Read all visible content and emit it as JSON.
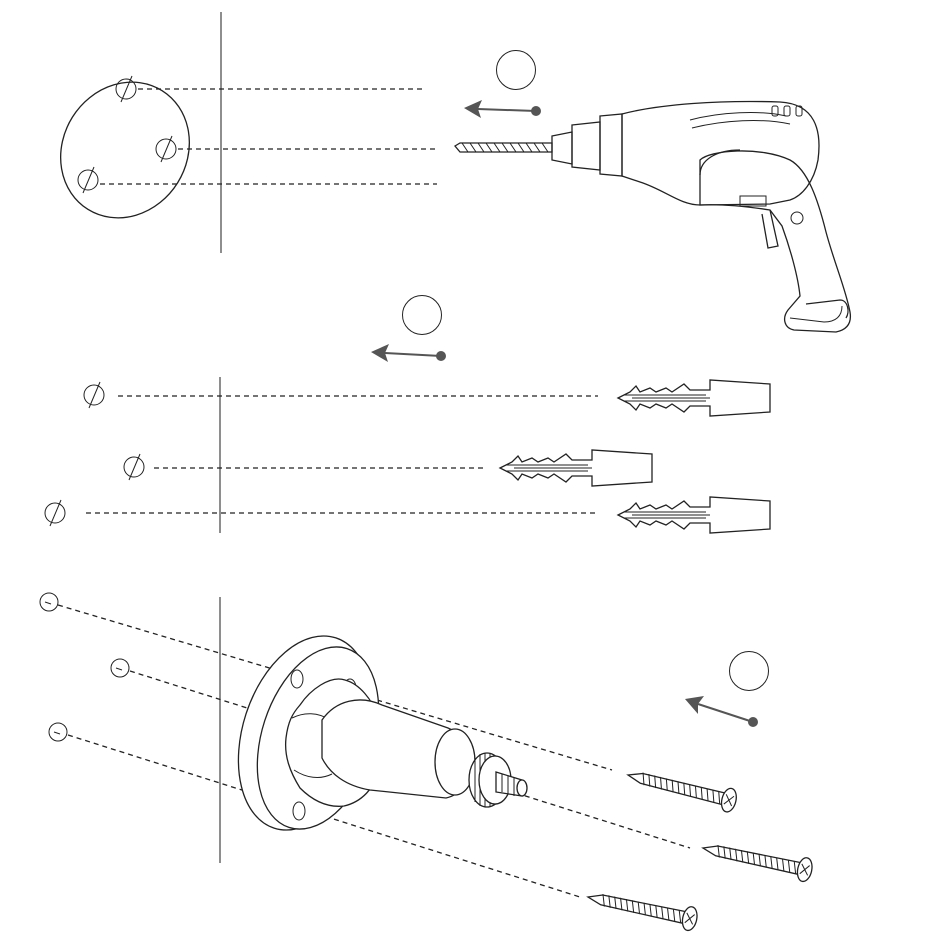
{
  "diagram": {
    "steps": [
      {
        "id": "drill-holes",
        "step_label": ""
      },
      {
        "id": "insert-anchors",
        "step_label": ""
      },
      {
        "id": "screw-bracket",
        "step_label": ""
      }
    ]
  },
  "colors": {
    "line": "#222222",
    "arrow": "#555555",
    "background": "#ffffff"
  }
}
